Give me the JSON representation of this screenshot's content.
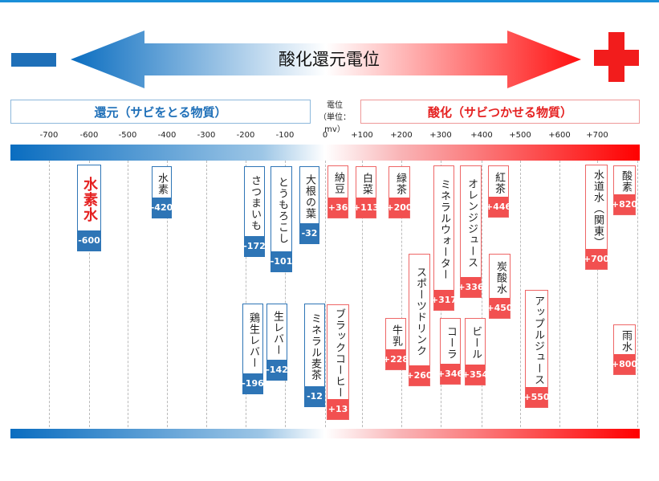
{
  "title": "酸化還元電位",
  "left_label": "還元（サビをとる物質）",
  "right_label": "酸化（サビつかせる物質）",
  "unit_line1": "電位",
  "unit_line2": "（単位：mv）",
  "ticks": [
    "-700",
    "-600",
    "-500",
    "-400",
    "-300",
    "-200",
    "-100",
    "0",
    "+100",
    "+200",
    "+300",
    "+400",
    "+500",
    "+600",
    "+700"
  ],
  "colors": {
    "blue": "#2e75b6",
    "red": "#f25050"
  },
  "items": [
    {
      "name": "水素水",
      "value": "-600"
    },
    {
      "name": "水素",
      "value": "-420"
    },
    {
      "name": "さつまいも",
      "value": "-172"
    },
    {
      "name": "とうもろこし",
      "value": "-101"
    },
    {
      "name": "大根の葉",
      "value": "-32"
    },
    {
      "name": "鶏生レバー",
      "value": "-196"
    },
    {
      "name": "生レバー",
      "value": "-142"
    },
    {
      "name": "ミネラル麦茶",
      "value": "-12"
    },
    {
      "name": "納豆",
      "value": "+36"
    },
    {
      "name": "白菜",
      "value": "+113"
    },
    {
      "name": "緑茶",
      "value": "+200"
    },
    {
      "name": "ミネラルウォーター",
      "value": "+317"
    },
    {
      "name": "オレンジジュース",
      "value": "+336"
    },
    {
      "name": "紅茶",
      "value": "+446"
    },
    {
      "name": "水道水（関東）",
      "value": "+700"
    },
    {
      "name": "酸素",
      "value": "+820"
    },
    {
      "name": "炭酸水",
      "value": "+450"
    },
    {
      "name": "スポーツドリンク",
      "value": "+260"
    },
    {
      "name": "アップルジュース",
      "value": "+550"
    },
    {
      "name": "雨水",
      "value": "+800"
    },
    {
      "name": "ブラックコーヒー",
      "value": "+13"
    },
    {
      "name": "牛乳",
      "value": "+228"
    },
    {
      "name": "コーラ",
      "value": "+346"
    },
    {
      "name": "ビール",
      "value": "+354"
    }
  ]
}
